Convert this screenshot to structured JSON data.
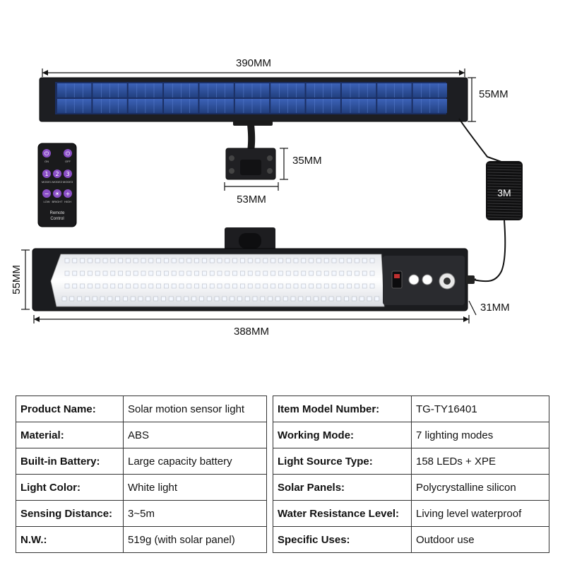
{
  "dimensions": {
    "panel_width": "390MM",
    "panel_height": "55MM",
    "bracket_height": "35MM",
    "bracket_width": "53MM",
    "cable_length": "3M",
    "lamp_height": "55MM",
    "lamp_depth": "31MM",
    "lamp_width": "388MM"
  },
  "remote": {
    "label_line1": "Remote",
    "label_line2": "Control",
    "buttons": [
      {
        "glyph": "⏻",
        "label": "ON"
      },
      {
        "glyph": "⏻",
        "label": "OFF"
      },
      {
        "glyph": "1",
        "label": "MODE1"
      },
      {
        "glyph": "2",
        "label": "MODE2"
      },
      {
        "glyph": "3",
        "label": "MODE3"
      },
      {
        "glyph": "−",
        "label": "LOW"
      },
      {
        "glyph": "☀",
        "label": "BRIGHT"
      },
      {
        "glyph": "+",
        "label": "HIGH"
      }
    ]
  },
  "specs_left": [
    {
      "label": "Product Name:",
      "value": "Solar motion sensor light"
    },
    {
      "label": "Material:",
      "value": "ABS"
    },
    {
      "label": "Built-in Battery:",
      "value": "Large capacity battery"
    },
    {
      "label": "Light Color:",
      "value": "White light"
    },
    {
      "label": "Sensing Distance:",
      "value": "3~5m"
    },
    {
      "label": "N.W.:",
      "value": "519g (with solar panel)"
    }
  ],
  "specs_right": [
    {
      "label": "Item Model Number:",
      "value": "TG-TY16401"
    },
    {
      "label": "Working Mode:",
      "value": "7 lighting modes"
    },
    {
      "label": "Light Source Type:",
      "value": "158 LEDs + XPE"
    },
    {
      "label": "Solar Panels:",
      "value": "Polycrystalline silicon"
    },
    {
      "label": "Water Resistance Level:",
      "value": "Living level waterproof"
    },
    {
      "label": "Specific Uses:",
      "value": "Outdoor use"
    }
  ],
  "colors": {
    "remote_button": "#8b4fc7",
    "panel_cell": "#2e4f9e",
    "led_chip": "#f4f8ff"
  }
}
